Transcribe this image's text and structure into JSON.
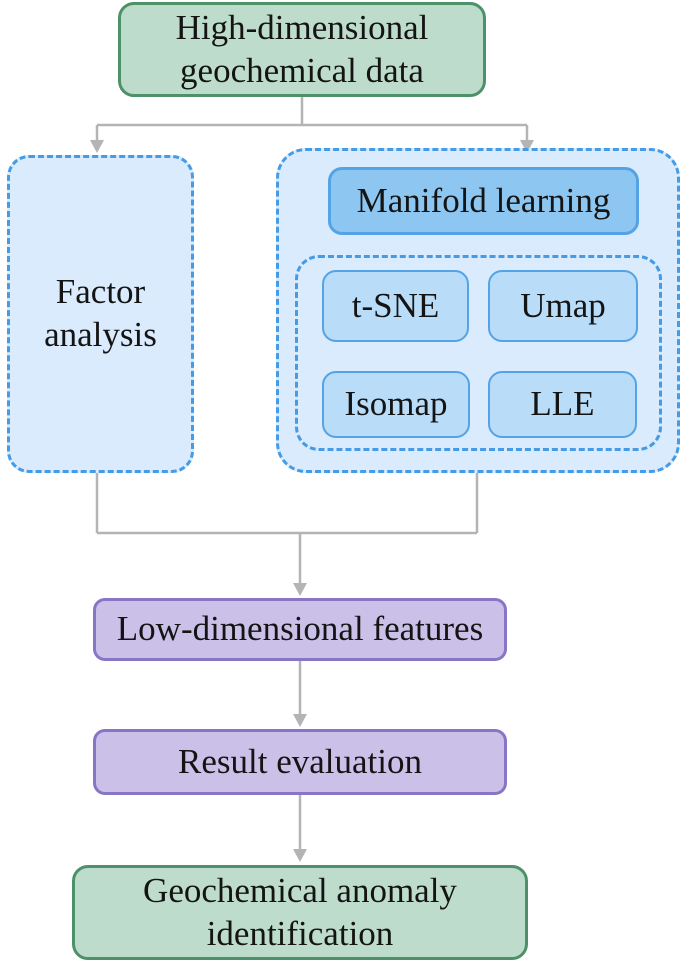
{
  "diagram": {
    "nodes": {
      "input": {
        "line1": "High-dimensional",
        "line2": "geochemical data"
      },
      "factor_analysis": {
        "line1": "Factor",
        "line2": "analysis"
      },
      "manifold_learning": {
        "label": "Manifold learning"
      },
      "methods": {
        "tsne": "t-SNE",
        "umap": "Umap",
        "isomap": "Isomap",
        "lle": "LLE"
      },
      "low_dim": {
        "label": "Low-dimensional features"
      },
      "result_eval": {
        "label": "Result evaluation"
      },
      "output": {
        "line1": "Geochemical anomaly",
        "line2": "identification"
      }
    },
    "colors": {
      "green_fill": "#bedccb",
      "green_border": "#4d9169",
      "blue_container_fill": "#d9ebfc",
      "blue_dashed_border": "#459be6",
      "manifold_fill": "#8dc6f1",
      "method_fill": "#b9dcf8",
      "method_border": "#54a3e6",
      "purple_fill": "#cbc0e8",
      "purple_border": "#8875c5",
      "connector_gray": "#b2b4b6",
      "text": "#141414"
    }
  }
}
